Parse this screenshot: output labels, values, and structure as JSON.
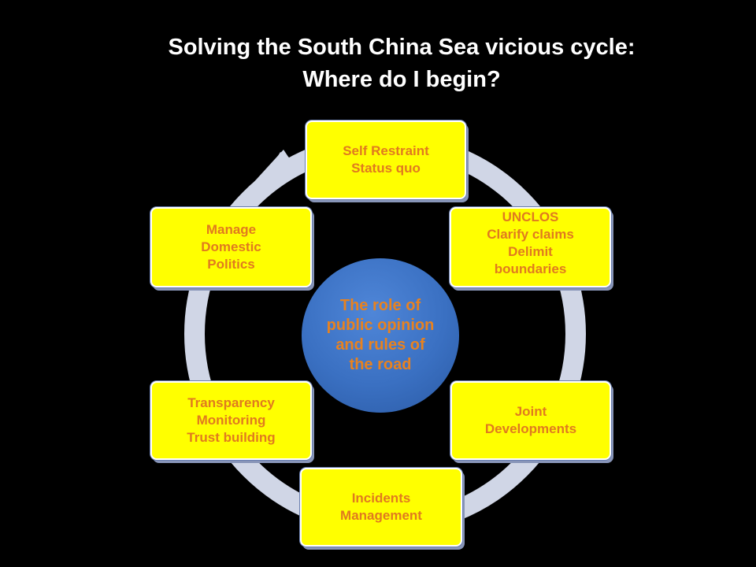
{
  "title": {
    "line1": "Solving the South China Sea vicious cycle:",
    "line2": "Where do I begin?"
  },
  "center": {
    "lines": [
      "The role of",
      "public opinion",
      "and rules of",
      "the road"
    ]
  },
  "nodes": {
    "self_restraint": [
      "Self Restraint",
      "Status quo"
    ],
    "unclos": [
      "UNCLOS",
      "Clarify claims",
      "Delimit",
      "boundaries"
    ],
    "joint": [
      "Joint",
      "Developments"
    ],
    "incidents": [
      "Incidents",
      "Management"
    ],
    "transparency": [
      "Transparency",
      "Monitoring",
      "Trust building"
    ],
    "domestic": [
      "Manage",
      "Domestic",
      "Politics"
    ]
  },
  "colors": {
    "background": "#000000",
    "node_fill": "#ffff00",
    "node_text": "#e07a1f",
    "ring": "#d0d6e6",
    "hub_fill": "#3a70c2",
    "hub_text": "#e8821f",
    "title_text": "#ffffff"
  }
}
